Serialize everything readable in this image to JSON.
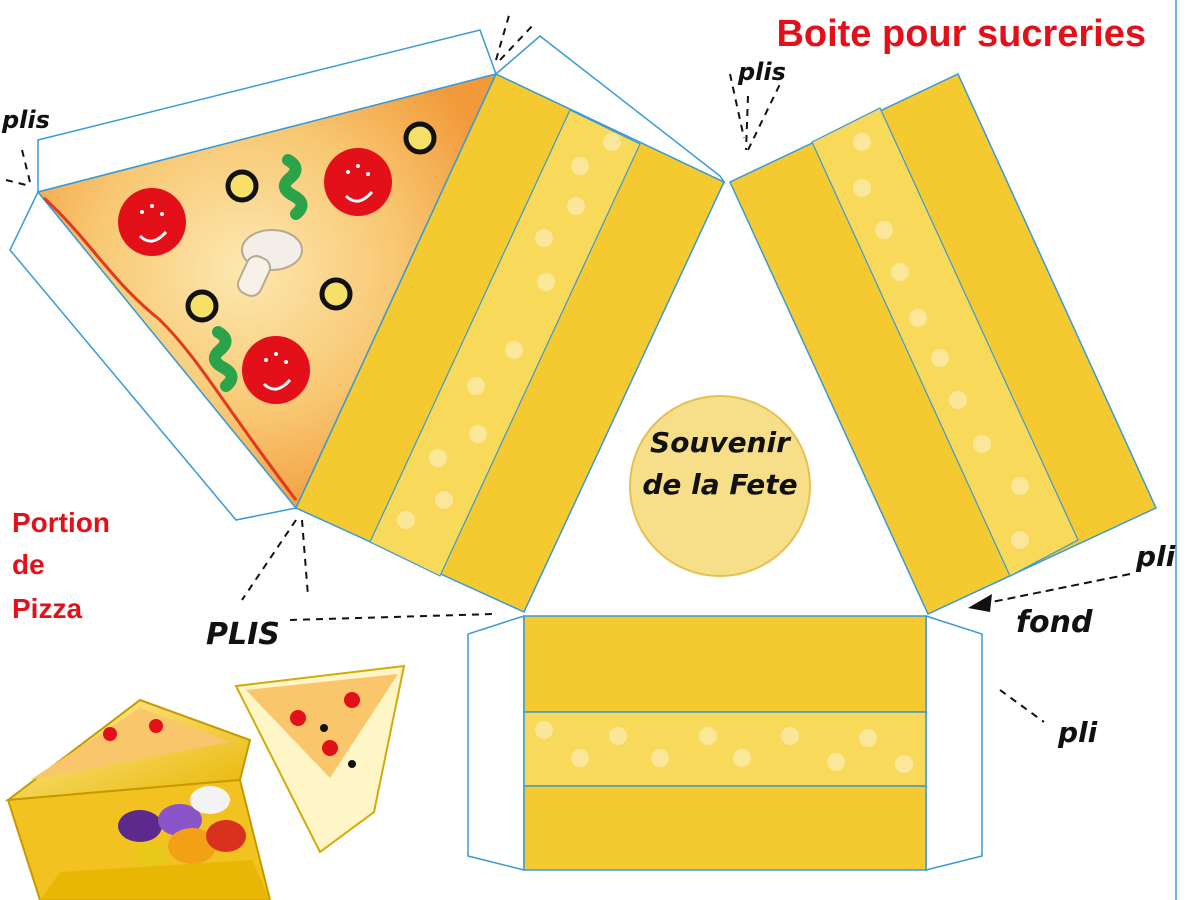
{
  "title": "Boite pour sucreries",
  "subtitle_lines": [
    "Portion",
    "de",
    "Pizza"
  ],
  "medallion_lines": [
    "Souvenir",
    "de la Fete"
  ],
  "fold_labels": {
    "plis_top_left": "plis",
    "plis_top_center": "plis",
    "plis_bottom": "PLIS",
    "pli_right": "pli",
    "fond": "fond",
    "pli_bottom_right": "pli"
  },
  "colors": {
    "accent_red": "#e3101a",
    "panel_yellow": "#f5c930",
    "stripe_yellow": "#f8d95a",
    "outline_blue": "#3a9ad6",
    "medallion": "#f7df8a"
  },
  "icons": [
    "pepperoni-icon",
    "olive-icon",
    "mushroom-icon",
    "basil-icon"
  ]
}
